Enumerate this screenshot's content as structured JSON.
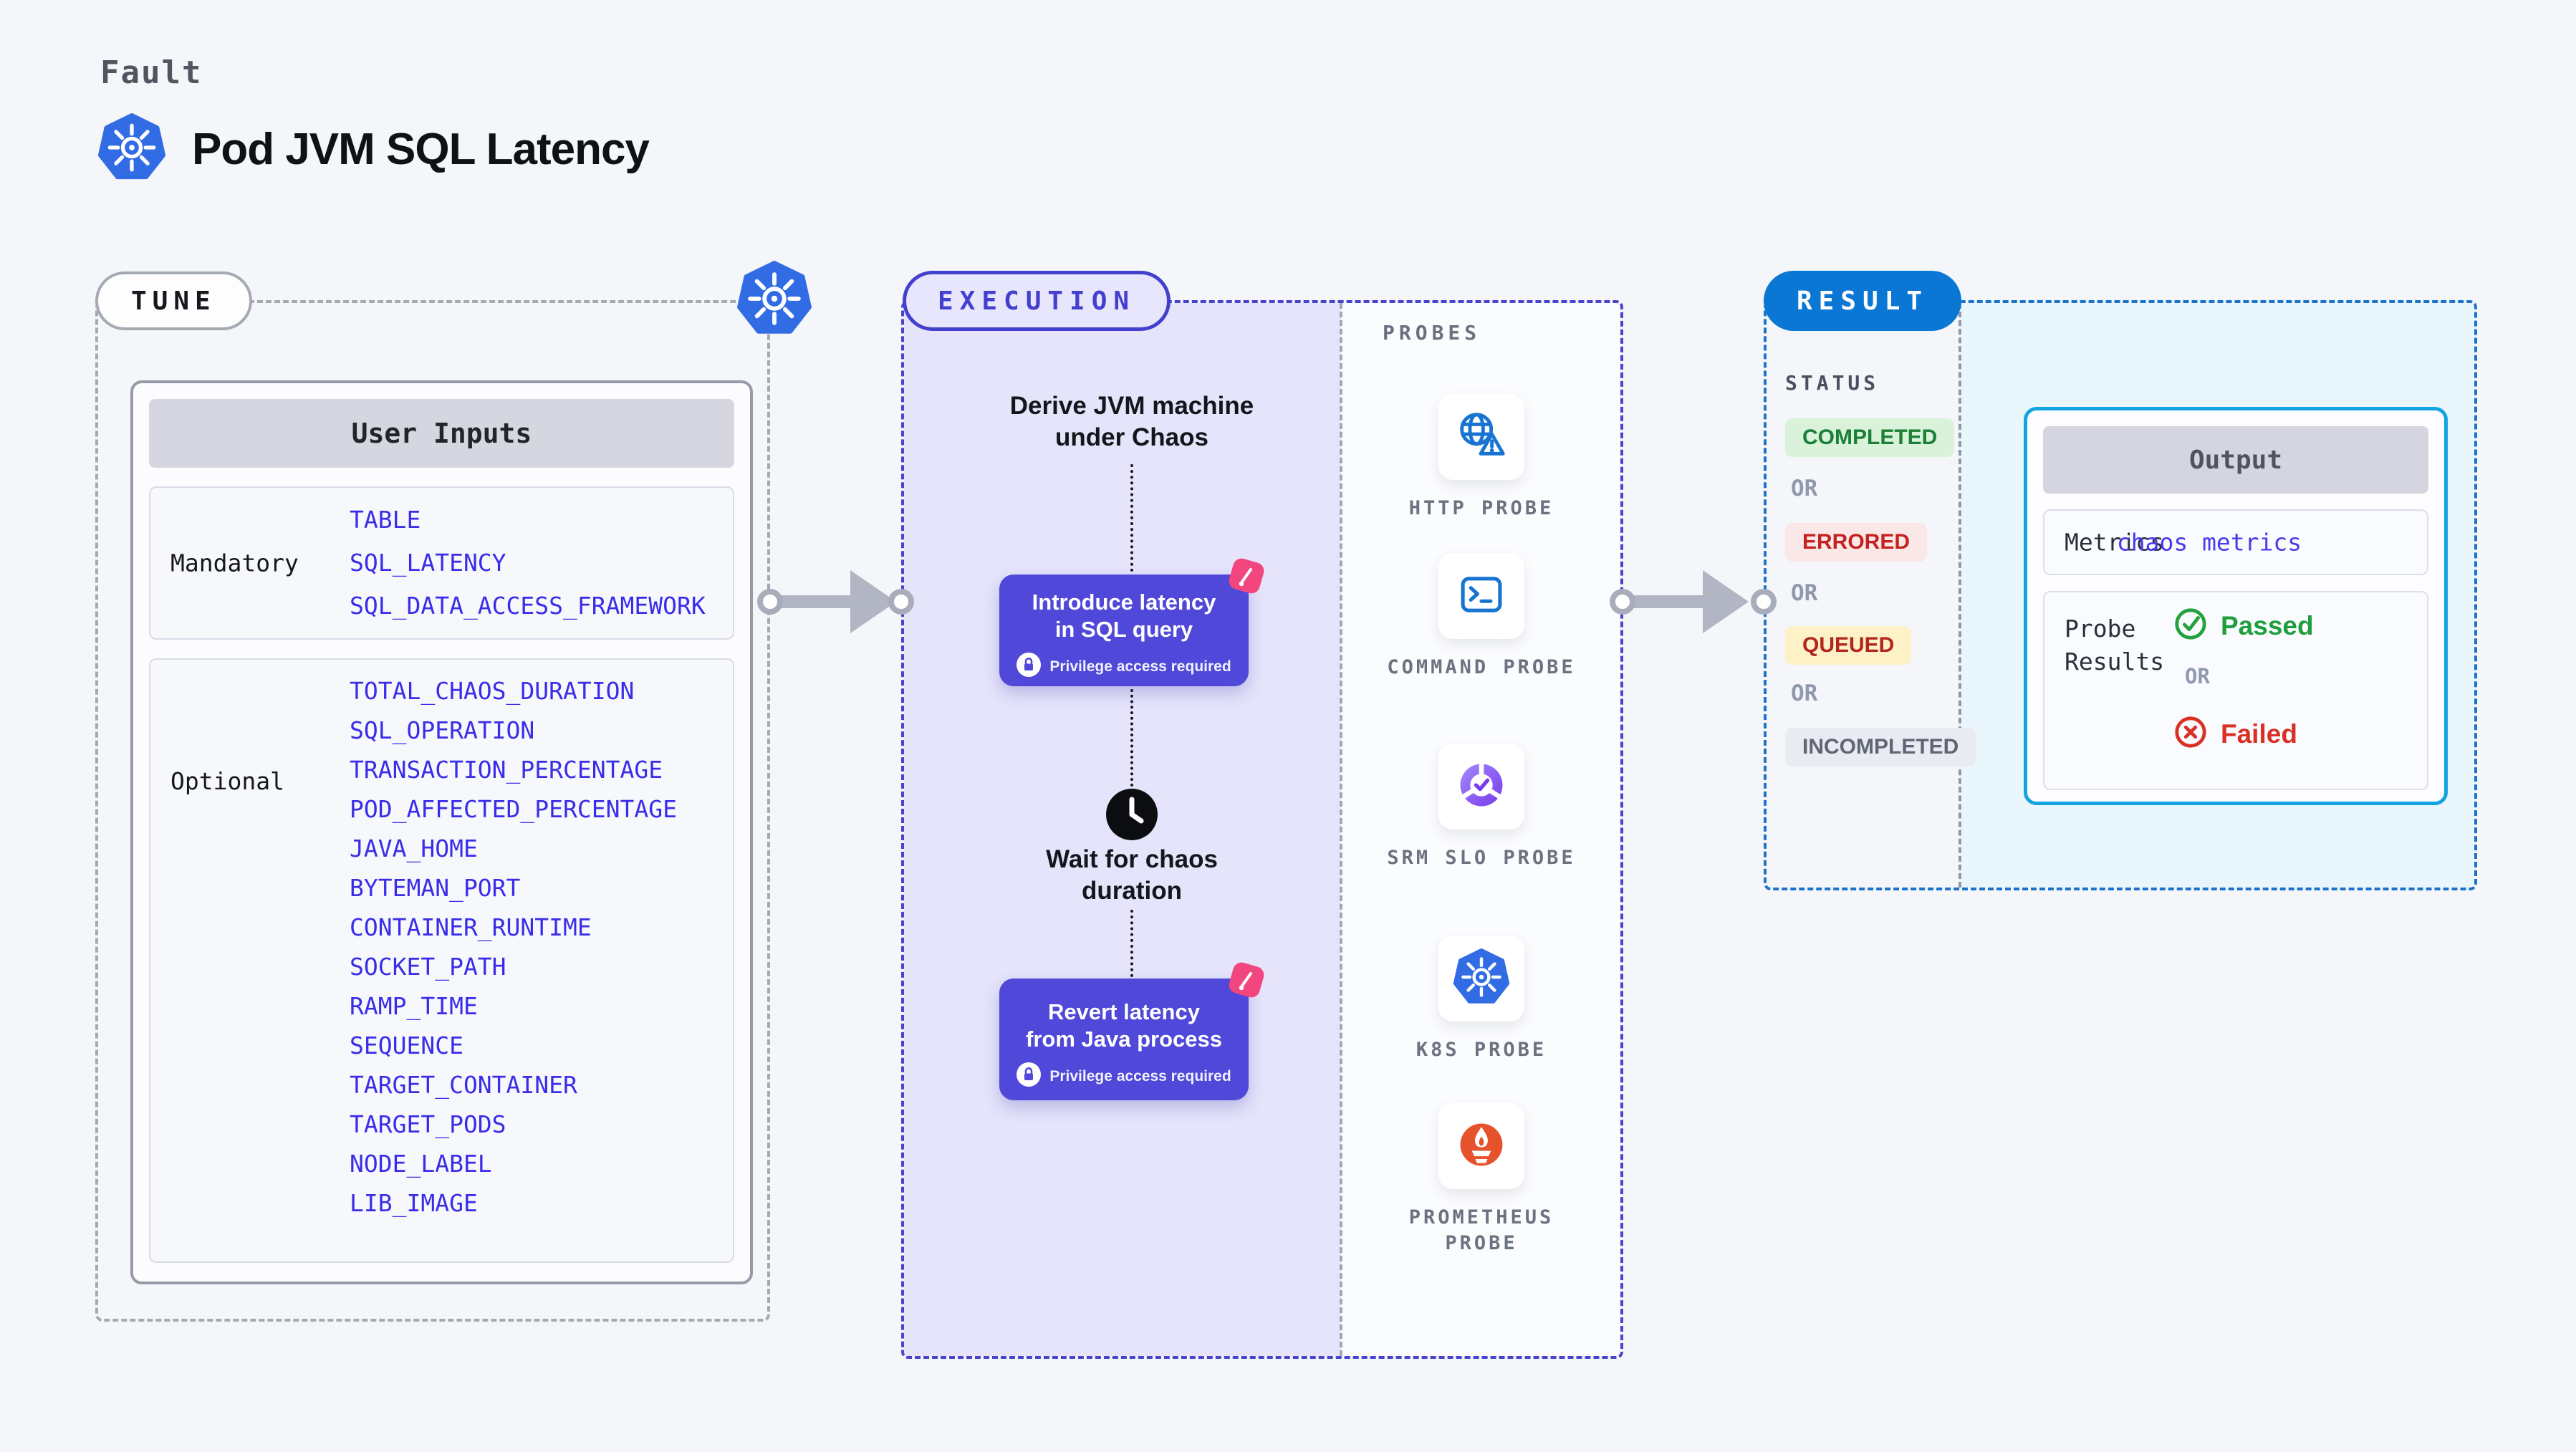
{
  "header": {
    "eyebrow": "Fault",
    "title": "Pod JVM SQL Latency"
  },
  "tune": {
    "pill": "TUNE",
    "table_header": "User Inputs",
    "mandatory_label": "Mandatory",
    "mandatory_items": [
      "TABLE",
      "SQL_LATENCY",
      "SQL_DATA_ACCESS_FRAMEWORK"
    ],
    "optional_label": "Optional",
    "optional_items": [
      "TOTAL_CHAOS_DURATION",
      "SQL_OPERATION",
      "TRANSACTION_PERCENTAGE",
      "POD_AFFECTED_PERCENTAGE",
      "JAVA_HOME",
      "BYTEMAN_PORT",
      "CONTAINER_RUNTIME",
      "SOCKET_PATH",
      "RAMP_TIME",
      "SEQUENCE",
      "TARGET_CONTAINER",
      "TARGET_PODS",
      "NODE_LABEL",
      "LIB_IMAGE"
    ]
  },
  "execution": {
    "pill": "EXECUTION",
    "derive_text": "Derive JVM machine under Chaos",
    "step1_title": "Introduce latency in SQL query",
    "privilege_note": "Privilege access required",
    "wait_text": "Wait for chaos duration",
    "step2_title": "Revert latency from Java process"
  },
  "probes": {
    "label": "PROBES",
    "items": [
      {
        "label": "HTTP PROBE",
        "icon": "globe-alert-icon"
      },
      {
        "label": "COMMAND PROBE",
        "icon": "terminal-icon"
      },
      {
        "label": "SRM SLO PROBE",
        "icon": "slo-wheel-check-icon"
      },
      {
        "label": "K8S PROBE",
        "icon": "kubernetes-icon"
      },
      {
        "label": "PROMETHEUS PROBE",
        "icon": "prometheus-flame-icon"
      }
    ]
  },
  "result": {
    "pill": "RESULT",
    "status_label": "STATUS",
    "or_label": "OR",
    "statuses": [
      {
        "label": "COMPLETED",
        "type": "completed"
      },
      {
        "label": "ERRORED",
        "type": "errored"
      },
      {
        "label": "QUEUED",
        "type": "queued"
      },
      {
        "label": "INCOMPLETED",
        "type": "incompleted"
      }
    ],
    "output": {
      "header": "Output",
      "metrics_label": "Metrics",
      "metrics_value": "chaos metrics",
      "probe_results_label": "Probe Results",
      "passed_label": "Passed",
      "failed_label": "Failed"
    }
  },
  "colors": {
    "kubernetes_blue": "#326CE5",
    "execution_indigo": "#4F48D8",
    "litmus_pink": "#F2467E",
    "param_blue": "#3A2DE9",
    "result_blue": "#0B77D4",
    "output_border_cyan": "#14A5E0",
    "completed_green": "#1A7F37",
    "errored_red": "#C5221F",
    "queued_bg_yellow": "#FCF1C7",
    "passed_green": "#1F9E3D",
    "failed_red": "#D93025",
    "prometheus_orange": "#E6522C",
    "srm_purple": "#7839EE"
  }
}
